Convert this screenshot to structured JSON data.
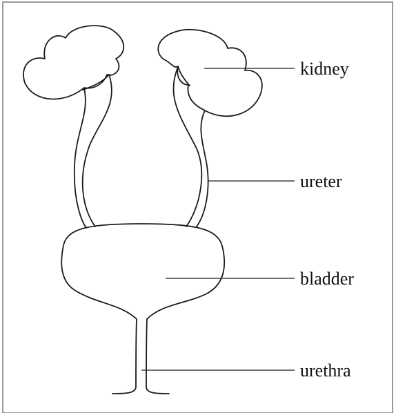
{
  "diagram": {
    "labels": {
      "kidney": "kidney",
      "ureter": "ureter",
      "bladder": "bladder",
      "urethra": "urethra"
    },
    "colors": {
      "stroke": "#1a1a1a",
      "border": "#6f6f6f",
      "background": "#ffffff"
    }
  }
}
